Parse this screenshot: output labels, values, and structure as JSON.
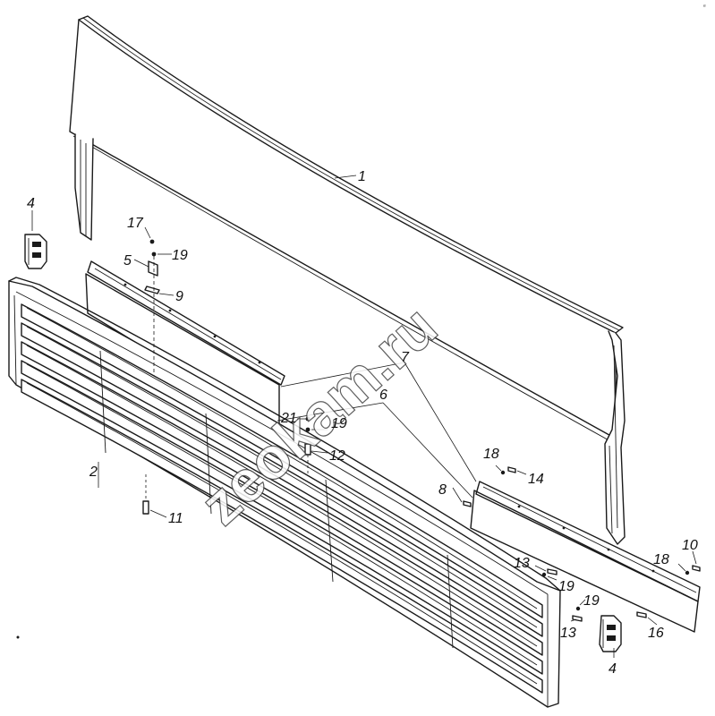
{
  "watermark": {
    "text": "zeokam.ru"
  },
  "corner_mark": "e",
  "part_labels": [
    {
      "id": "1",
      "text": "1"
    },
    {
      "id": "2",
      "text": "2"
    },
    {
      "id": "4a",
      "text": "4"
    },
    {
      "id": "4b",
      "text": "4"
    },
    {
      "id": "5",
      "text": "5"
    },
    {
      "id": "6",
      "text": "6"
    },
    {
      "id": "7",
      "text": "7"
    },
    {
      "id": "8",
      "text": "8"
    },
    {
      "id": "9",
      "text": "9"
    },
    {
      "id": "10",
      "text": "10"
    },
    {
      "id": "11",
      "text": "11"
    },
    {
      "id": "12",
      "text": "12"
    },
    {
      "id": "13a",
      "text": "13"
    },
    {
      "id": "13b",
      "text": "13"
    },
    {
      "id": "14",
      "text": "14"
    },
    {
      "id": "16",
      "text": "16"
    },
    {
      "id": "17",
      "text": "17"
    },
    {
      "id": "18a",
      "text": "18"
    },
    {
      "id": "18b",
      "text": "18"
    },
    {
      "id": "19a",
      "text": "19"
    },
    {
      "id": "19b",
      "text": "19"
    },
    {
      "id": "19c",
      "text": "19"
    },
    {
      "id": "19d",
      "text": "19"
    },
    {
      "id": "21",
      "text": "21"
    }
  ]
}
